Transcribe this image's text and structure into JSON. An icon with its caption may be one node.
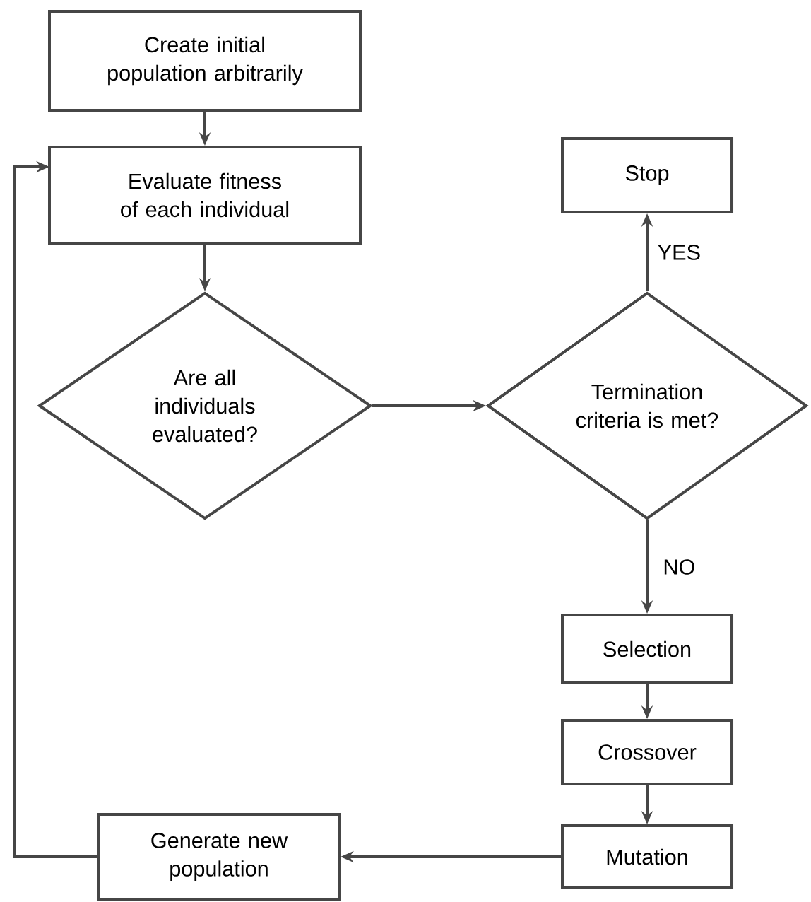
{
  "diagram": {
    "nodes": [
      {
        "text": [
          "Create initial population arbitrarily"
        ]
      },
      {
        "text": [
          "Evaluate fitness of each individual"
        ]
      },
      {
        "text": [
          "Are all individuals evaluated?"
        ]
      },
      {
        "text": [
          "Stop"
        ]
      },
      {
        "text": [
          "Termination criteria is met?"
        ]
      },
      {
        "text": [
          "Selection"
        ]
      },
      {
        "text": [
          "Crossover"
        ]
      },
      {
        "text": [
          "Mutation"
        ]
      },
      {
        "text": [
          "Generate new population"
        ]
      }
    ],
    "edges": [
      {
        "from": 0,
        "to": 1,
        "arrow": "to"
      },
      {
        "from": 1,
        "to": 2,
        "arrow": "to"
      },
      {
        "from": 2,
        "to": 4,
        "arrow": "to"
      },
      {
        "from": 4,
        "to": 3,
        "arrow": "to",
        "label": "YES"
      },
      {
        "from": 4,
        "to": 5,
        "arrow": "to",
        "label": "NO"
      },
      {
        "from": 5,
        "to": 6,
        "arrow": "to"
      },
      {
        "from": 6,
        "to": 7,
        "arrow": "to"
      },
      {
        "from": 7,
        "to": 8,
        "arrow": "to"
      },
      {
        "from": 8,
        "to": 1,
        "arrow": "to"
      }
    ]
  }
}
